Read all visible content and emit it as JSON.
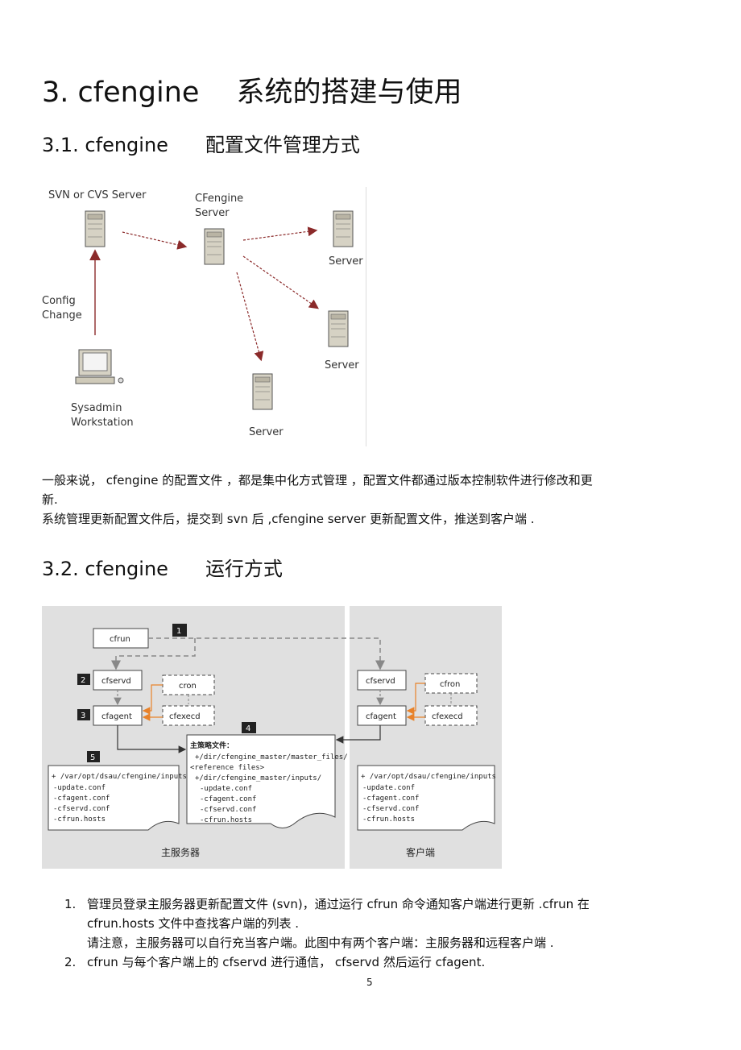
{
  "heading_main": {
    "number": "3. cfengine",
    "text": "系统的搭建与使用"
  },
  "section_1": {
    "number": "3.1. cfengine",
    "text": "配置文件管理方式"
  },
  "figure_1": {
    "svn_label": "SVN or CVS Server",
    "cfengine_label_1": "CFengine",
    "cfengine_label_2": "Server",
    "config_label_1": "Config",
    "config_label_2": "Change",
    "sysadmin_label_1": "Sysadmin",
    "sysadmin_label_2": "Workstation",
    "server_right_top": "Server",
    "server_right_mid": "Server",
    "server_bottom": "Server",
    "arrow_color": "#8b2a2a"
  },
  "paragraph_1": {
    "line1": "一般来说， cfengine   的配置文件 ，都是集中化方式管理  ，配置文件都通过版本控制软件进行修改和更",
    "line2": "新.",
    "line3": "系统管理更新配置文件后，提交到    svn 后 ,cfengine server     更新配置文件，推送到客户端   ."
  },
  "section_2": {
    "number": "3.2. cfengine",
    "text": "运行方式"
  },
  "figure_2": {
    "cfrun": "cfrun",
    "badge1": "1",
    "badge2": "2",
    "badge3": "3",
    "badge4": "4",
    "badge5": "5",
    "cfservd_left": "cfservd",
    "cron_left": "cron",
    "cfagent_left": "cfagent",
    "cfexecd_left": "cfexecd",
    "cfservd_right": "cfservd",
    "cron_right": "cfron",
    "cfagent_right": "cfagent",
    "cfexecd_right": "cfexecd",
    "policy_title": "主策略文件：",
    "policy_lines": [
      "+/dir/cfengine_master/master_files/",
      "<reference files>",
      "+/dir/cfengine_master/inputs/",
      "-update.conf",
      "-cfagent.conf",
      "-cfservd.conf",
      "-cfrun.hosts"
    ],
    "left_doc_lines": [
      "+ /var/opt/dsau/cfengine/inputs",
      "-update.conf",
      "-cfagent.conf",
      "-cfservd.conf",
      "-cfrun.hosts"
    ],
    "right_doc_lines": [
      "+ /var/opt/dsau/cfengine/inputs",
      "-update.conf",
      "-cfagent.conf",
      "-cfservd.conf",
      "-cfrun.hosts"
    ],
    "master_label": "主服务器",
    "client_label": "客户端",
    "panel_color": "#e0e0e0",
    "badge_color": "#222222",
    "orange_arrow": "#e8822a"
  },
  "list": {
    "item1_num": "1.",
    "item1_line1": "管理员登录主服务器更新配置文件 (svn)，通过运行 cfrun 命令通知客户端进行更新 .cfrun 在",
    "item1_line2": "cfrun.hosts 文件中查找客户端的列表 .",
    "item1_line3": "请注意，主服务器可以自行充当客户端。此图中有两个客户端：主服务器和远程客户端          .",
    "item2_num": "2.",
    "item2_line1": "cfrun   与每个客户端上的   cfservd    进行通信，   cfservd   然后运行  cfagent."
  },
  "page_number": "5"
}
